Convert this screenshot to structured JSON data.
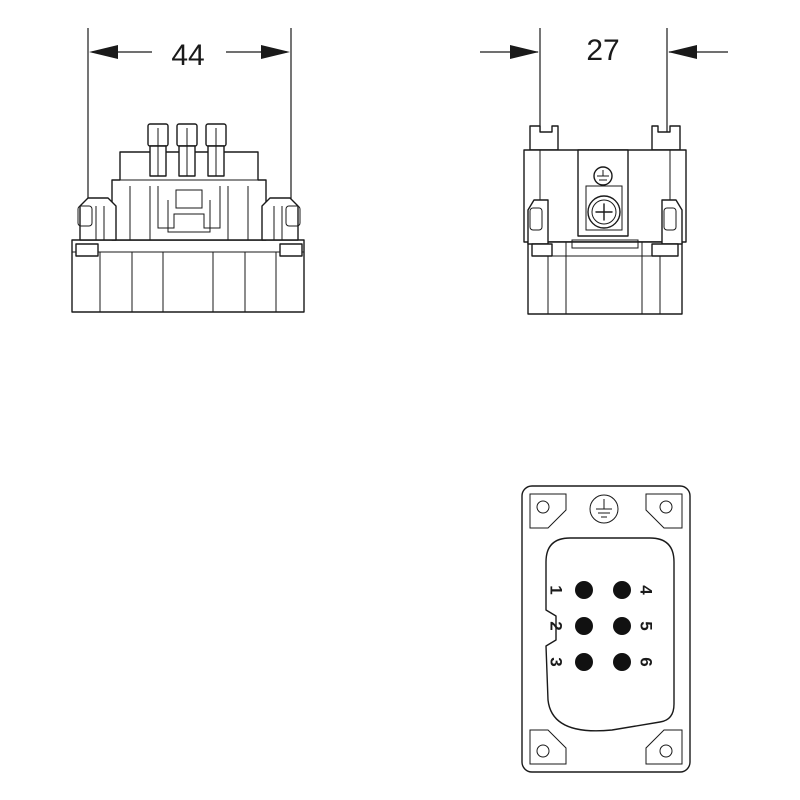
{
  "dimensions": {
    "front_width": "44",
    "side_width": "27"
  },
  "pin_labels": [
    "1",
    "2",
    "3",
    "4",
    "5",
    "6"
  ],
  "colors": {
    "line": "#1a1a1a",
    "background": "#ffffff",
    "pin": "#111111"
  },
  "icons": {
    "ground": "ground-symbol-icon",
    "screw": "screw-head-icon"
  }
}
